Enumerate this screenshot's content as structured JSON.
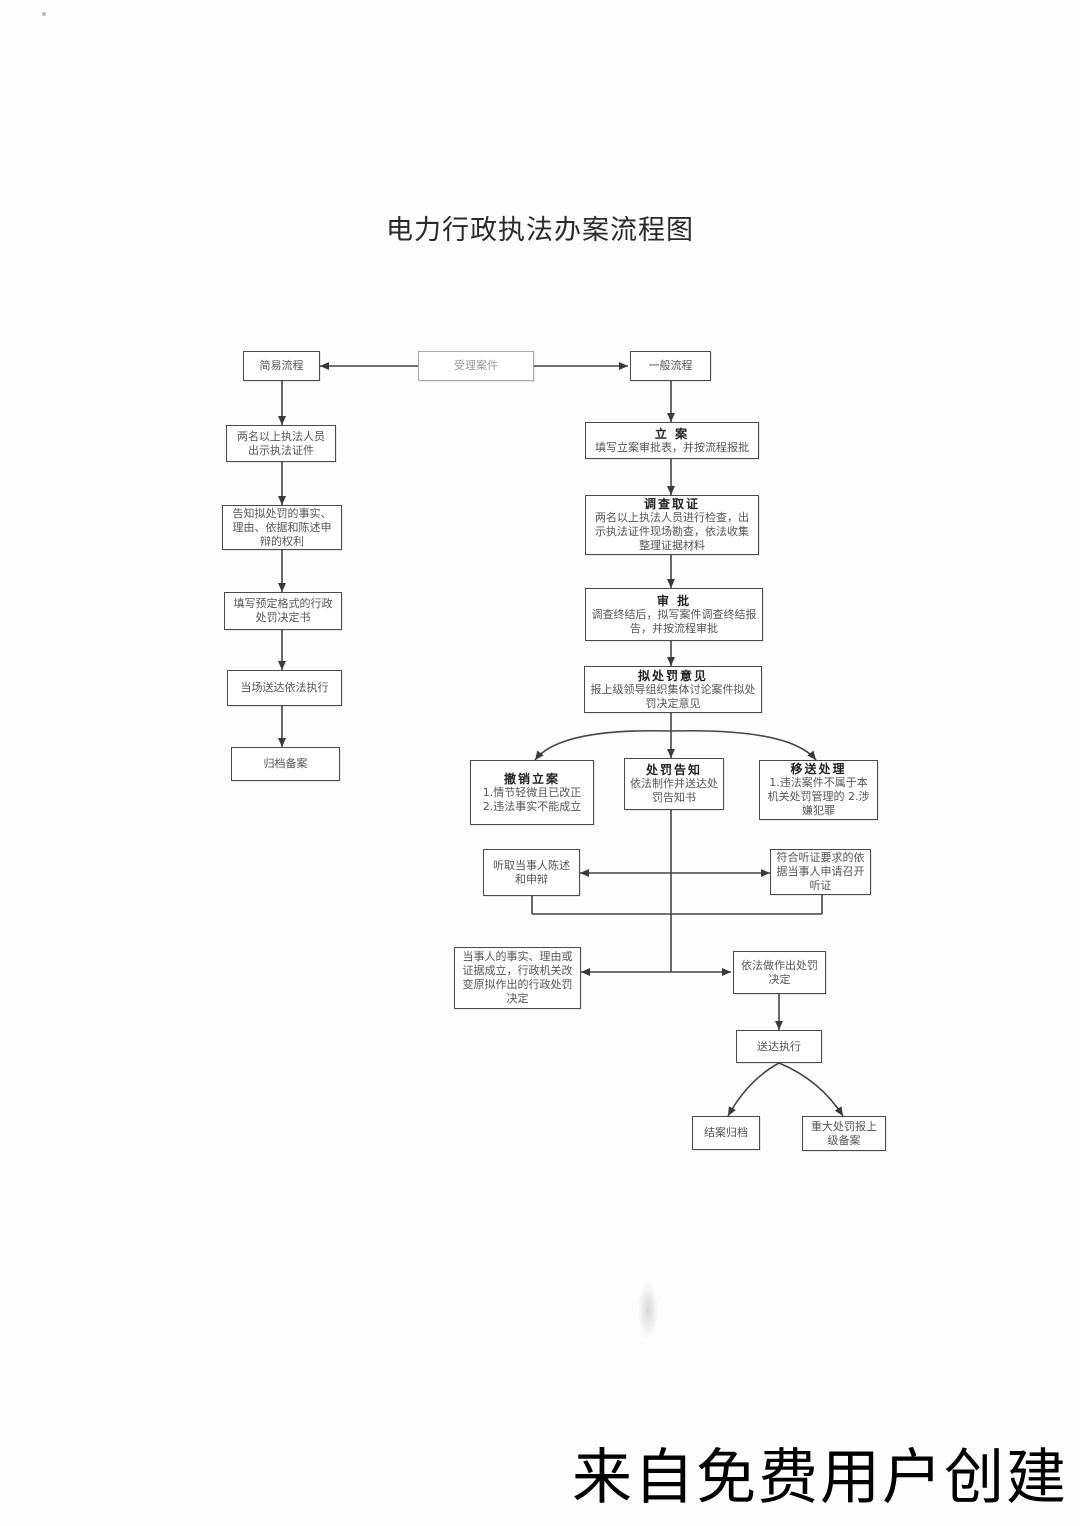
{
  "title": "电力行政执法办案流程图",
  "nodes": {
    "source": "受理案件",
    "simple": "简易流程",
    "simple_1": "两名以上执法人员出示执法证件",
    "simple_2": "告知拟处罚的事实、理由、依据和陈述申辩的权利",
    "simple_3": "填写预定格式的行政处罚决定书",
    "simple_4": "当场送达依法执行",
    "simple_5": "归档备案",
    "general": "一般流程",
    "lian_title": "立  案",
    "lian_body": "填写立案审批表，并按流程报批",
    "diaocha_title": "调查取证",
    "diaocha_body": "两名以上执法人员进行检查，出示执法证件现场勘查，依法收集整理证据材料",
    "shenpi_title": "审  批",
    "shenpi_body": "调查终结后，拟写案件调查终结报告，并按流程审批",
    "niyijian_title": "拟处罚意见",
    "niyijian_body": "报上级领导组织集体讨论案件拟处罚决定意见",
    "chexiao_title": "撤销立案",
    "chexiao_body": "1.情节轻微且已改正 2.违法事实不能成立",
    "gaozhi_title": "处罚告知",
    "gaozhi_body": "依法制作并送达处罚告知书",
    "yisong_title": "移送处理",
    "yisong_body": "1.违法案件不属于本机关处罚管理的 2.涉嫌犯罪",
    "tingqu": "听取当事人陈述和申辩",
    "tingzheng": "符合听证要求的依据当事人申请召开听证",
    "chengli": "当事人的事实、理由或证据成立，行政机关改变原拟作出的行政处罚决定",
    "zuochu": "依法做作出处罚决定",
    "songda": "送达执行",
    "jiean": "结案归档",
    "zhongda": "重大处罚报上级备案"
  },
  "watermark": "来自免费用户创建"
}
